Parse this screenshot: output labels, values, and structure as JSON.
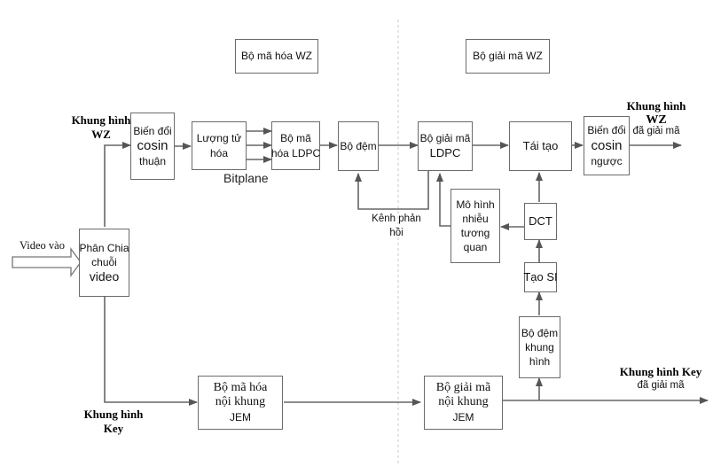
{
  "sections": {
    "encoder_title": "Bộ mã hóa WZ",
    "decoder_title": "Bộ giải mã WZ"
  },
  "blocks": {
    "phan_chia": [
      "Phân Chia",
      "chuỗi",
      "video"
    ],
    "bien_doi_thuan": [
      "Biến đổi",
      "cosin",
      "thuận"
    ],
    "luong_tu_hoa": [
      "Lượng tử",
      "hóa"
    ],
    "bo_ma_hoa_ldpc": [
      "Bộ mã",
      "hóa LDPC"
    ],
    "bo_dem": [
      "Bộ đệm"
    ],
    "bo_giai_ma_ldpc": [
      "Bộ giải mã",
      "LDPC"
    ],
    "tai_tao": [
      "Tái tạo"
    ],
    "bien_doi_nguoc": [
      "Biến đổi",
      "cosin",
      "ngược"
    ],
    "mo_hinh_nhieu": [
      "Mô hình",
      "nhiễu",
      "tương",
      "quan"
    ],
    "dct": [
      "DCT"
    ],
    "tao_si": [
      "Tạo SI"
    ],
    "bo_dem_khung_hinh": [
      "Bộ đệm",
      "khung",
      "hình"
    ],
    "bo_ma_hoa_noi_khung": [
      "Bộ mã hóa",
      "nội khung",
      "JEM"
    ],
    "bo_giai_ma_noi_khung": [
      "Bộ giải mã",
      "nội khung",
      "JEM"
    ]
  },
  "labels": {
    "video_in": "Video vào",
    "wz_frame": [
      "Khung hình",
      "WZ"
    ],
    "key_frame": [
      "Khung hình",
      "Key"
    ],
    "bitplane": "Bitplane",
    "feedback_channel": [
      "Kênh phản",
      "hồi"
    ],
    "wz_decoded": [
      "Khung hình",
      "WZ",
      "đã giải mã"
    ],
    "key_decoded": [
      "Khung hình Key",
      "đã giải mã"
    ]
  }
}
